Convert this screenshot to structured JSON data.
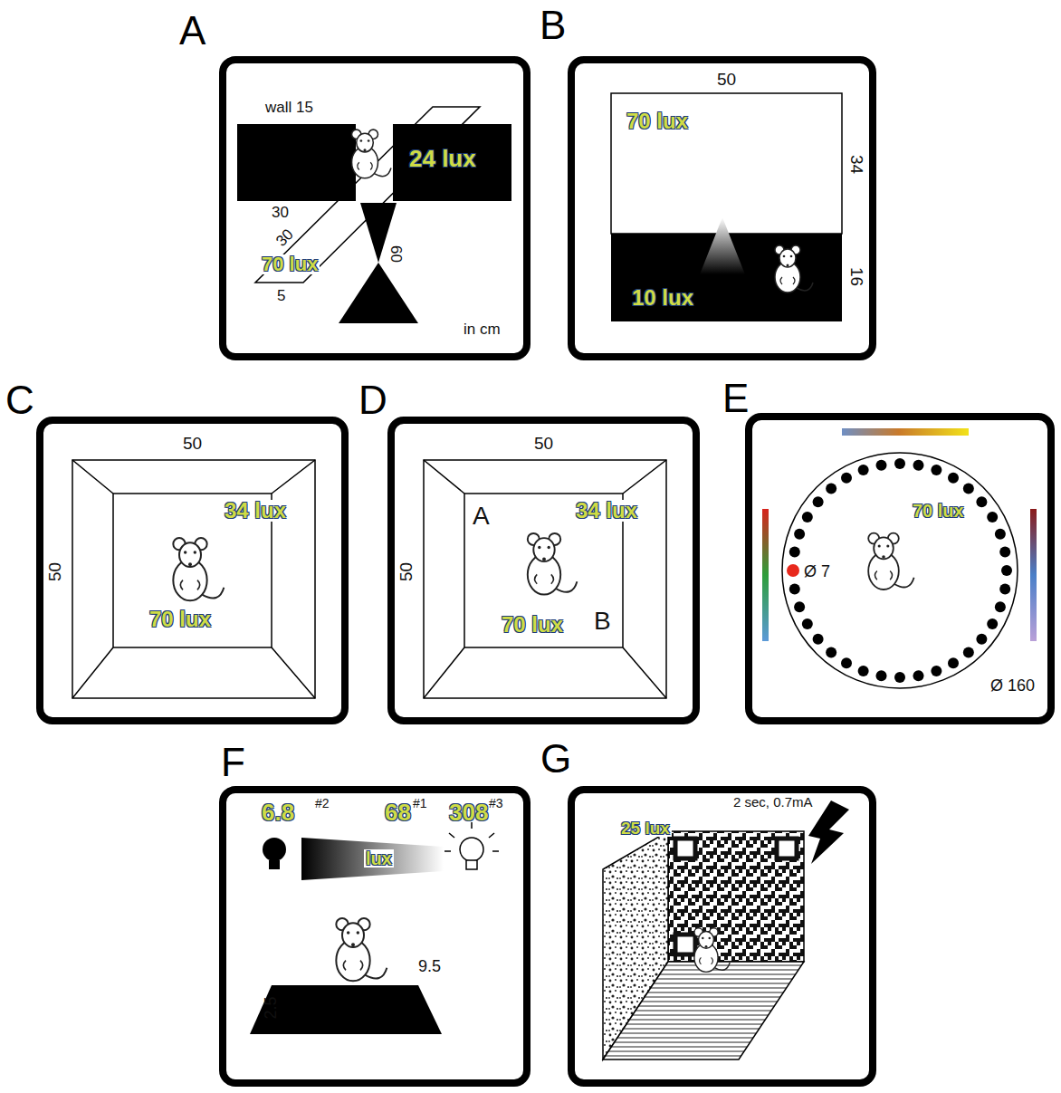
{
  "diagram": {
    "nodes": [
      {
        "text": [
          "A",
          "wall 15",
          "24 lux",
          "30",
          "30",
          "70 lux",
          "60",
          "5",
          "in cm"
        ]
      },
      {
        "text": [
          "B",
          "50",
          "70 lux",
          "34",
          "16",
          "10 lux"
        ]
      },
      {
        "text": [
          "C",
          "50",
          "34 lux",
          "50",
          "70 lux"
        ]
      },
      {
        "text": [
          "D",
          "50",
          "A",
          "34 lux",
          "50",
          "70 lux",
          "B"
        ]
      },
      {
        "text": [
          "E",
          "70 lux",
          "Ø 7",
          "Ø 160"
        ]
      },
      {
        "text": [
          "F",
          "6.8",
          "#2",
          "68",
          "#1",
          "308",
          "#3",
          "lux",
          "9.5",
          "2.5"
        ]
      },
      {
        "text": [
          "G",
          "25 lux",
          "2 sec, 0.7mA"
        ]
      }
    ]
  }
}
